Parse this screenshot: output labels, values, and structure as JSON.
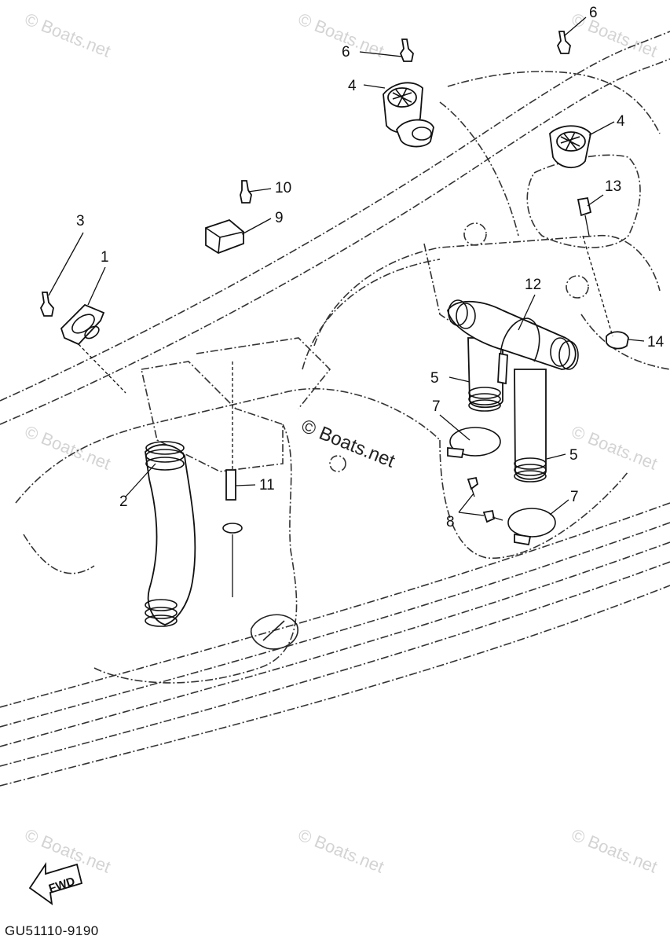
{
  "diagram_id": "GU51110-9190",
  "watermark": "© Boats.net",
  "direction_label": "FWD",
  "callouts": [
    {
      "id": "c1",
      "label": "1"
    },
    {
      "id": "c2",
      "label": "2"
    },
    {
      "id": "c3",
      "label": "3"
    },
    {
      "id": "c4a",
      "label": "4"
    },
    {
      "id": "c4b",
      "label": "4"
    },
    {
      "id": "c5a",
      "label": "5"
    },
    {
      "id": "c5b",
      "label": "5"
    },
    {
      "id": "c6a",
      "label": "6"
    },
    {
      "id": "c6b",
      "label": "6"
    },
    {
      "id": "c7a",
      "label": "7"
    },
    {
      "id": "c7b",
      "label": "7"
    },
    {
      "id": "c8",
      "label": "8"
    },
    {
      "id": "c9",
      "label": "9"
    },
    {
      "id": "c10",
      "label": "10"
    },
    {
      "id": "c11",
      "label": "11"
    },
    {
      "id": "c12",
      "label": "12"
    },
    {
      "id": "c13",
      "label": "13"
    },
    {
      "id": "c14",
      "label": "14"
    }
  ]
}
